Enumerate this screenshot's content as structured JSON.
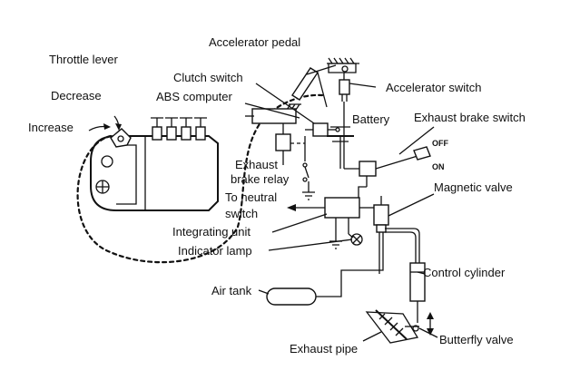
{
  "labels": {
    "accelerator_pedal": "Accelerator pedal",
    "throttle_lever": "Throttle lever",
    "clutch_switch": "Clutch switch",
    "abs_computer": "ABS computer",
    "decrease": "Decrease",
    "increase": "Increase",
    "accelerator_switch": "Accelerator switch",
    "battery": "Battery",
    "exhaust_brake_switch": "Exhaust brake switch",
    "off": "OFF",
    "on": "ON",
    "exhaust_brake_relay_line1": "Exhaust",
    "exhaust_brake_relay_line2": "brake relay",
    "to_neutral_switch_line1": "To neutral",
    "to_neutral_switch_line2": "switch",
    "magnetic_valve": "Magnetic valve",
    "integrating_unit": "Integrating unit",
    "indicator_lamp": "Indicator lamp",
    "control_cylinder": "Control cylinder",
    "air_tank": "Air tank",
    "exhaust_pipe": "Exhaust pipe",
    "butterfly_valve": "Butterfly valve"
  }
}
